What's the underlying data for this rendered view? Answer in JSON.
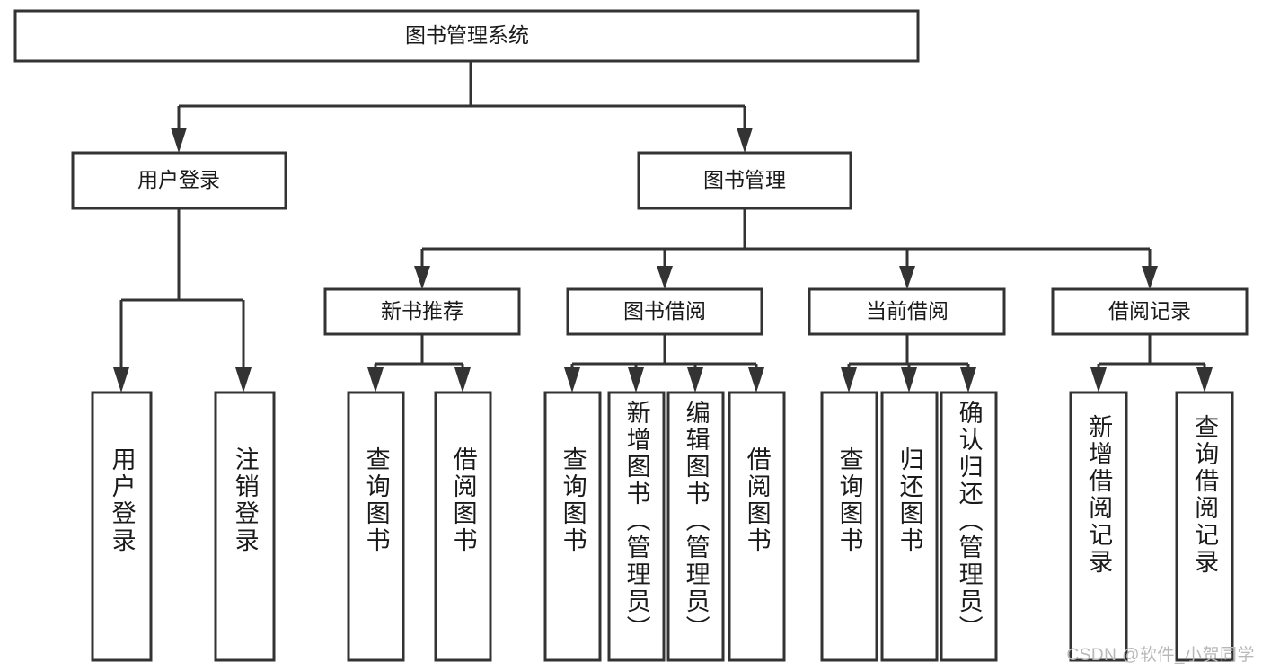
{
  "diagram": {
    "type": "tree",
    "title": "图书管理系统",
    "colors": {
      "stroke": "#333333",
      "box_fill": "#ffffff",
      "text": "#1a1a1a",
      "background": "#ffffff",
      "watermark": "#b8b8b8"
    },
    "root": {
      "label": "图书管理系统",
      "orientation": "horizontal"
    },
    "level2": [
      {
        "label": "用户登录",
        "orientation": "horizontal"
      },
      {
        "label": "图书管理",
        "orientation": "horizontal"
      }
    ],
    "level3": [
      {
        "label": "新书推荐",
        "orientation": "horizontal",
        "parent": "图书管理"
      },
      {
        "label": "图书借阅",
        "orientation": "horizontal",
        "parent": "图书管理"
      },
      {
        "label": "当前借阅",
        "orientation": "horizontal",
        "parent": "图书管理"
      },
      {
        "label": "借阅记录",
        "orientation": "horizontal",
        "parent": "图书管理"
      }
    ],
    "leaves": [
      {
        "label": "用户登录",
        "orientation": "vertical",
        "parent": "用户登录"
      },
      {
        "label": "注销登录",
        "orientation": "vertical",
        "parent": "用户登录"
      },
      {
        "label": "查询图书",
        "orientation": "vertical",
        "parent": "新书推荐"
      },
      {
        "label": "借阅图书",
        "orientation": "vertical",
        "parent": "新书推荐"
      },
      {
        "label": "查询图书",
        "orientation": "vertical",
        "parent": "图书借阅"
      },
      {
        "label": "新增图书（管理员）",
        "orientation": "vertical",
        "parent": "图书借阅"
      },
      {
        "label": "编辑图书（管理员）",
        "orientation": "vertical",
        "parent": "图书借阅"
      },
      {
        "label": "借阅图书",
        "orientation": "vertical",
        "parent": "图书借阅"
      },
      {
        "label": "查询图书",
        "orientation": "vertical",
        "parent": "当前借阅"
      },
      {
        "label": "归还图书",
        "orientation": "vertical",
        "parent": "当前借阅"
      },
      {
        "label": "确认归还（管理员）",
        "orientation": "vertical",
        "parent": "当前借阅"
      },
      {
        "label": "新增借阅记录",
        "orientation": "vertical",
        "parent": "借阅记录"
      },
      {
        "label": "查询借阅记录",
        "orientation": "vertical",
        "parent": "借阅记录"
      }
    ],
    "watermark": "CSDN @软件_小贺同学"
  }
}
